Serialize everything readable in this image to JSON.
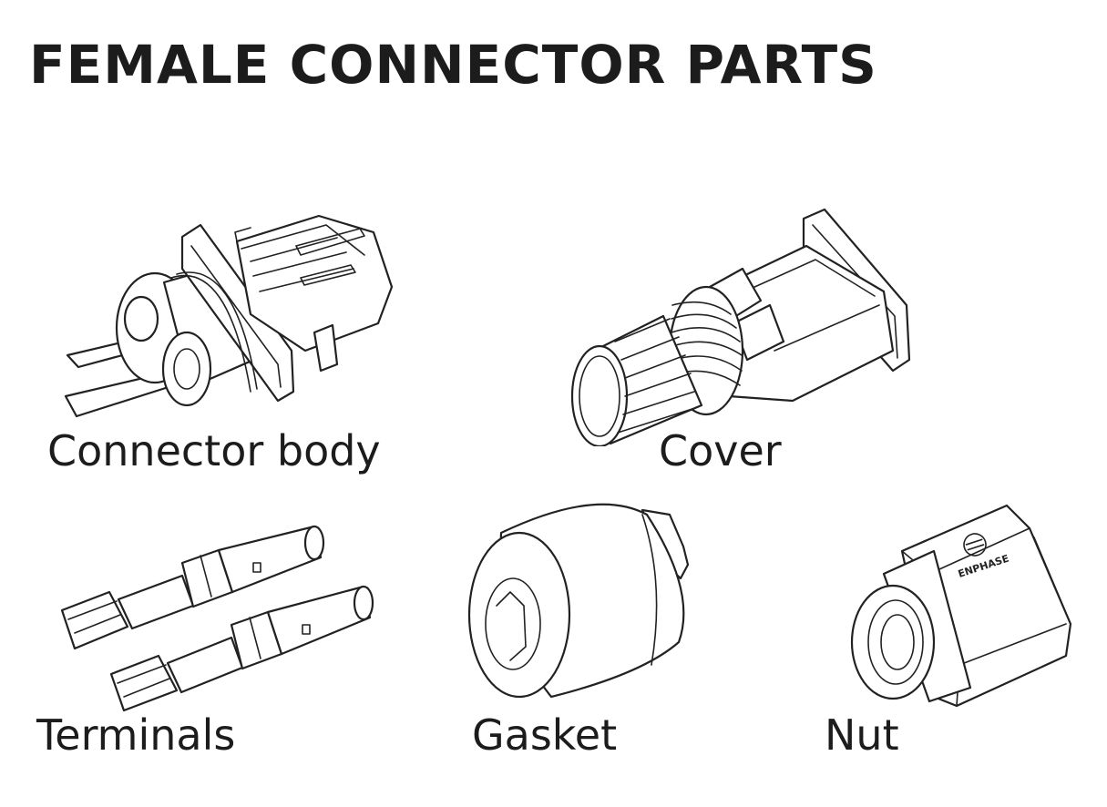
{
  "title": "FEMALE CONNECTOR PARTS",
  "parts": [
    {
      "label": "Connector body"
    },
    {
      "label": "Cover"
    },
    {
      "label": "Terminals"
    },
    {
      "label": "Gasket"
    },
    {
      "label": "Nut"
    }
  ],
  "nut_logo_text": "ENPHASE"
}
